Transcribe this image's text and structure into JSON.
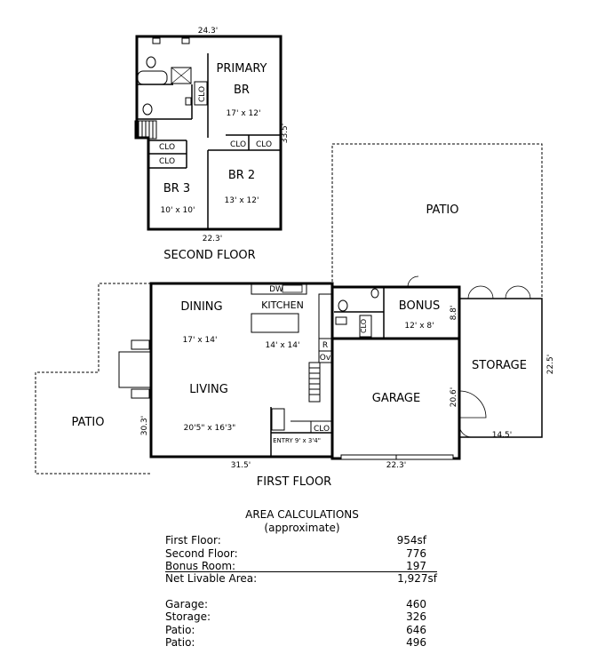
{
  "second_floor": {
    "caption": "SECOND FLOOR",
    "dim_top": "24.3'",
    "dim_bottom": "22.3'",
    "dim_right": "33.5'",
    "rooms": {
      "primary_name_1": "PRIMARY",
      "primary_name_2": "BR",
      "primary_size": "17' x 12'",
      "br2_name": "BR 2",
      "br2_size": "13' x 12'",
      "br3_name": "BR 3",
      "br3_size": "10' x 10'",
      "clo": "CLO"
    }
  },
  "first_floor": {
    "caption": "FIRST FLOOR",
    "dim_bottom": "31.5'",
    "dim_left": "30.3'",
    "rooms": {
      "dining": "DINING",
      "dining_size": "17' x 14'",
      "kitchen": "KITCHEN",
      "kitchen_size": "14' x 14'",
      "living": "LIVING",
      "living_size": "20'5\" x 16'3\"",
      "dw": "DW",
      "refrigerator": "R",
      "oven": "Ov",
      "clo": "CLO",
      "entry": "ENTRY 9' x 3'4\""
    }
  },
  "outbuilding": {
    "patio_top": "PATIO",
    "bonus": "BONUS",
    "bonus_size": "12' x 8'",
    "bonus_dim": "8.8'",
    "bonus_clo": "CLO",
    "garage": "GARAGE",
    "garage_dim_right": "20.6'",
    "garage_dim_bottom": "22.3'",
    "storage": "STORAGE",
    "storage_dim_right": "22.5'",
    "storage_dim_bottom": "14.5'"
  },
  "patio_left": "PATIO",
  "area_calculations": {
    "title": "AREA CALCULATIONS",
    "subtitle": "(approximate)",
    "livable": [
      {
        "label": "First Floor:",
        "value": "954sf"
      },
      {
        "label": "Second Floor:",
        "value": "776"
      },
      {
        "label": "Bonus Room:",
        "value": "197"
      },
      {
        "label": "Net Livable Area:",
        "value": "1,927sf"
      }
    ],
    "other": [
      {
        "label": "Garage:",
        "value": "460"
      },
      {
        "label": "Storage:",
        "value": "326"
      },
      {
        "label": "Patio:",
        "value": "646"
      },
      {
        "label": "Patio:",
        "value": "496"
      }
    ]
  }
}
